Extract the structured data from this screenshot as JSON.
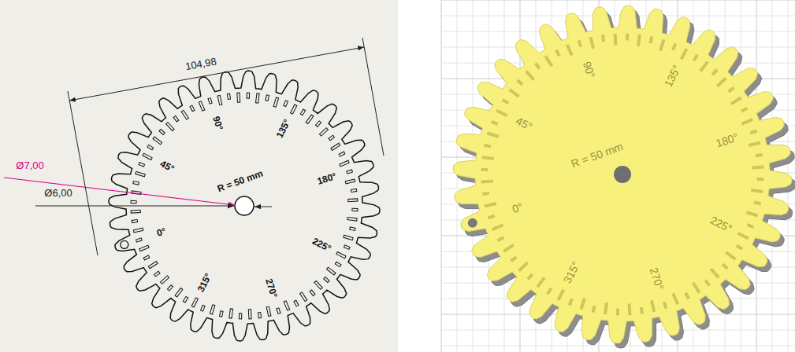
{
  "diagram": {
    "labels": [
      "104,98",
      "Ø7,00",
      "Ø6,00",
      "R = 50 mm",
      "0°",
      "45°",
      "90°",
      "135°",
      "180°",
      "225°",
      "270°",
      "315°",
      "R = 50 mm",
      "0°",
      "45°",
      "90°",
      "135°",
      "180°",
      "225°",
      "270°",
      "315°"
    ]
  }
}
